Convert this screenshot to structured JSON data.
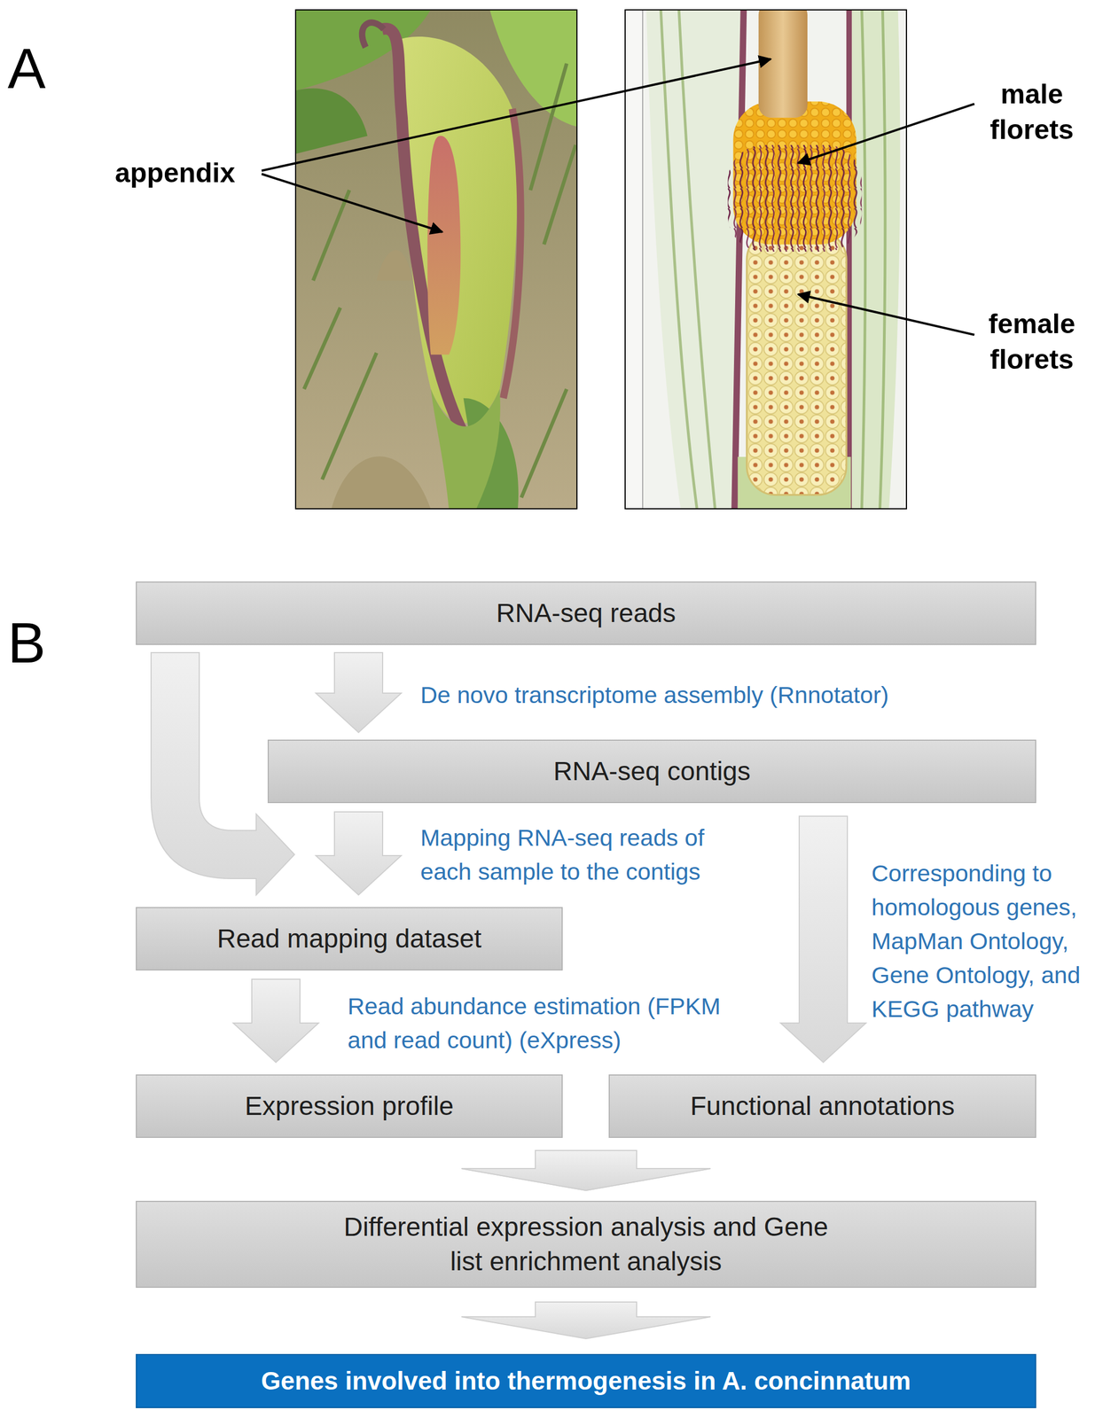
{
  "diagram": {
    "nodes": [
      {
        "text": [
          "RNA-seq reads"
        ]
      },
      {
        "text": [
          "RNA-seq contigs"
        ]
      },
      {
        "text": [
          "Read mapping dataset"
        ]
      },
      {
        "text": [
          "Expression profile"
        ]
      },
      {
        "text": [
          "Functional annotations"
        ]
      },
      {
        "text": [
          "Differential expression analysis and Gene list enrichment analysis"
        ]
      },
      {
        "text": [
          "Genes involved into thermogenesis in A. concinnatum"
        ]
      }
    ],
    "edges": [
      {
        "from": 0,
        "to": 1,
        "arrow": "to",
        "label": "De novo transcriptome assembly (Rnnotator)"
      },
      {
        "from": 0,
        "to": 2,
        "arrow": "to"
      },
      {
        "from": 1,
        "to": 2,
        "arrow": "to",
        "label": "Mapping RNA-seq reads of each sample to the contigs"
      },
      {
        "from": 2,
        "to": 3,
        "arrow": "to",
        "label": "Read abundance estimation (FPKM and read count) (eXpress)"
      },
      {
        "from": 1,
        "to": 4,
        "arrow": "to",
        "label": "Corresponding to homologous genes, MapMan Ontology, Gene Ontology, and KEGG pathway"
      },
      {
        "from": 3,
        "to": 5,
        "arrow": "to"
      },
      {
        "from": 4,
        "to": 5,
        "arrow": "to"
      },
      {
        "from": 5,
        "to": 6,
        "arrow": "to"
      }
    ],
    "labels": [
      "A",
      "appendix",
      "male florets",
      "female florets",
      "B"
    ]
  }
}
